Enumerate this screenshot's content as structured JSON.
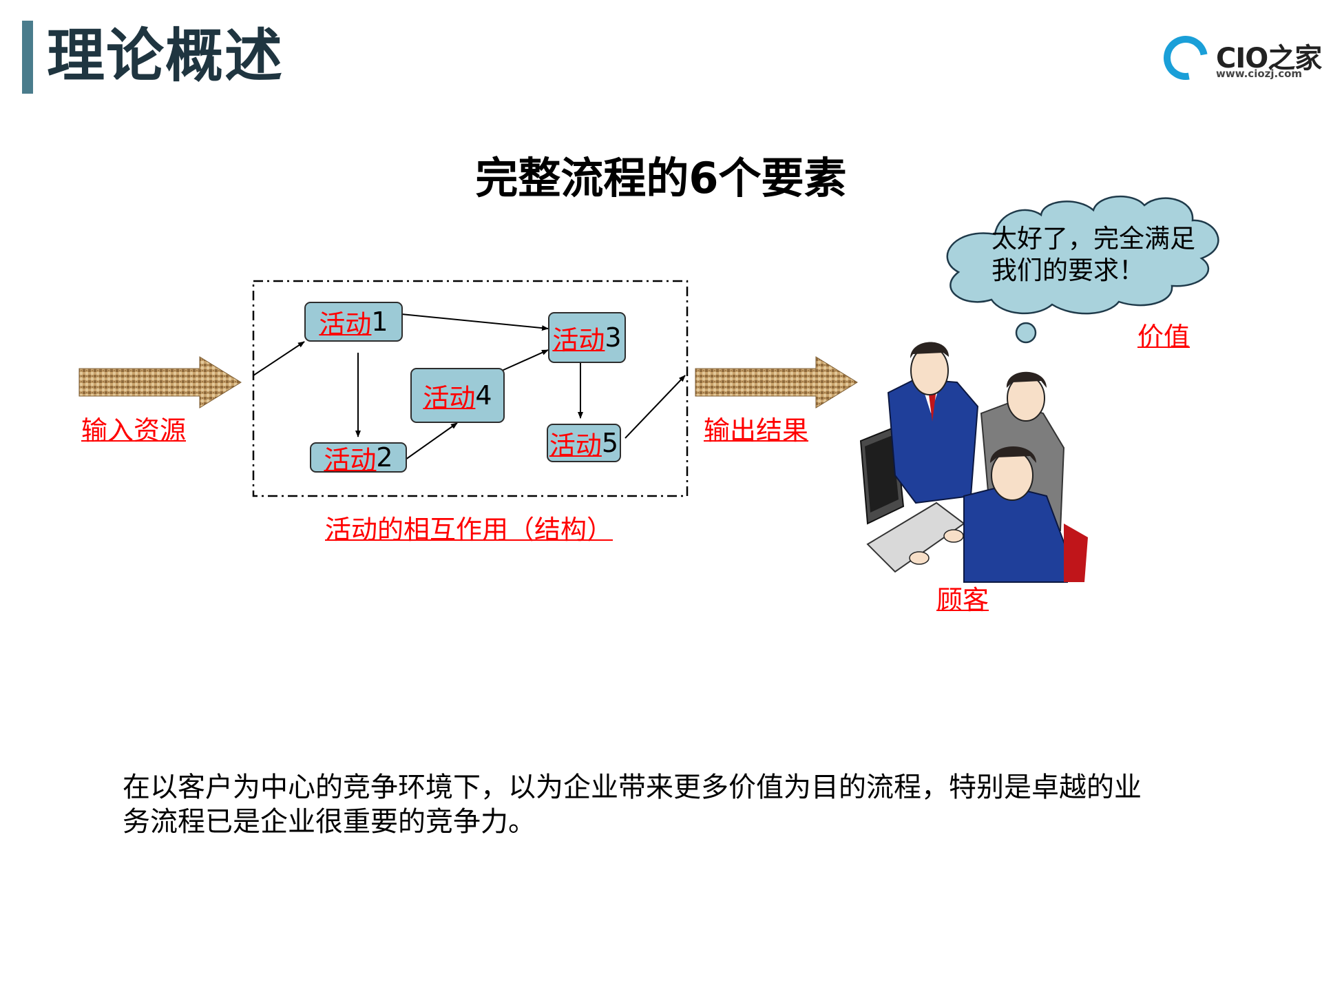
{
  "header": {
    "title": "理论概述",
    "logo": {
      "name": "CIO之家",
      "url": "www.ciozj.com"
    }
  },
  "subtitle": "完整流程的6个要素",
  "diagram": {
    "input_label": "输入资源",
    "output_label": "输出结果",
    "structure_label": "活动的相互作用（结构）",
    "activities": [
      {
        "word": "活动",
        "num": "1"
      },
      {
        "word": "活动",
        "num": "2"
      },
      {
        "word": "活动",
        "num": "3"
      },
      {
        "word": "活动",
        "num": "4"
      },
      {
        "word": "活动",
        "num": "5"
      }
    ],
    "thought_bubble": "太好了，完全满足我们的要求！",
    "value_label": "价值",
    "customer_label": "顾客"
  },
  "body_text": "在以客户为中心的竞争环境下，以为企业带来更多价值为目的流程，特别是卓越的业务流程已是企业很重要的竞争力。"
}
